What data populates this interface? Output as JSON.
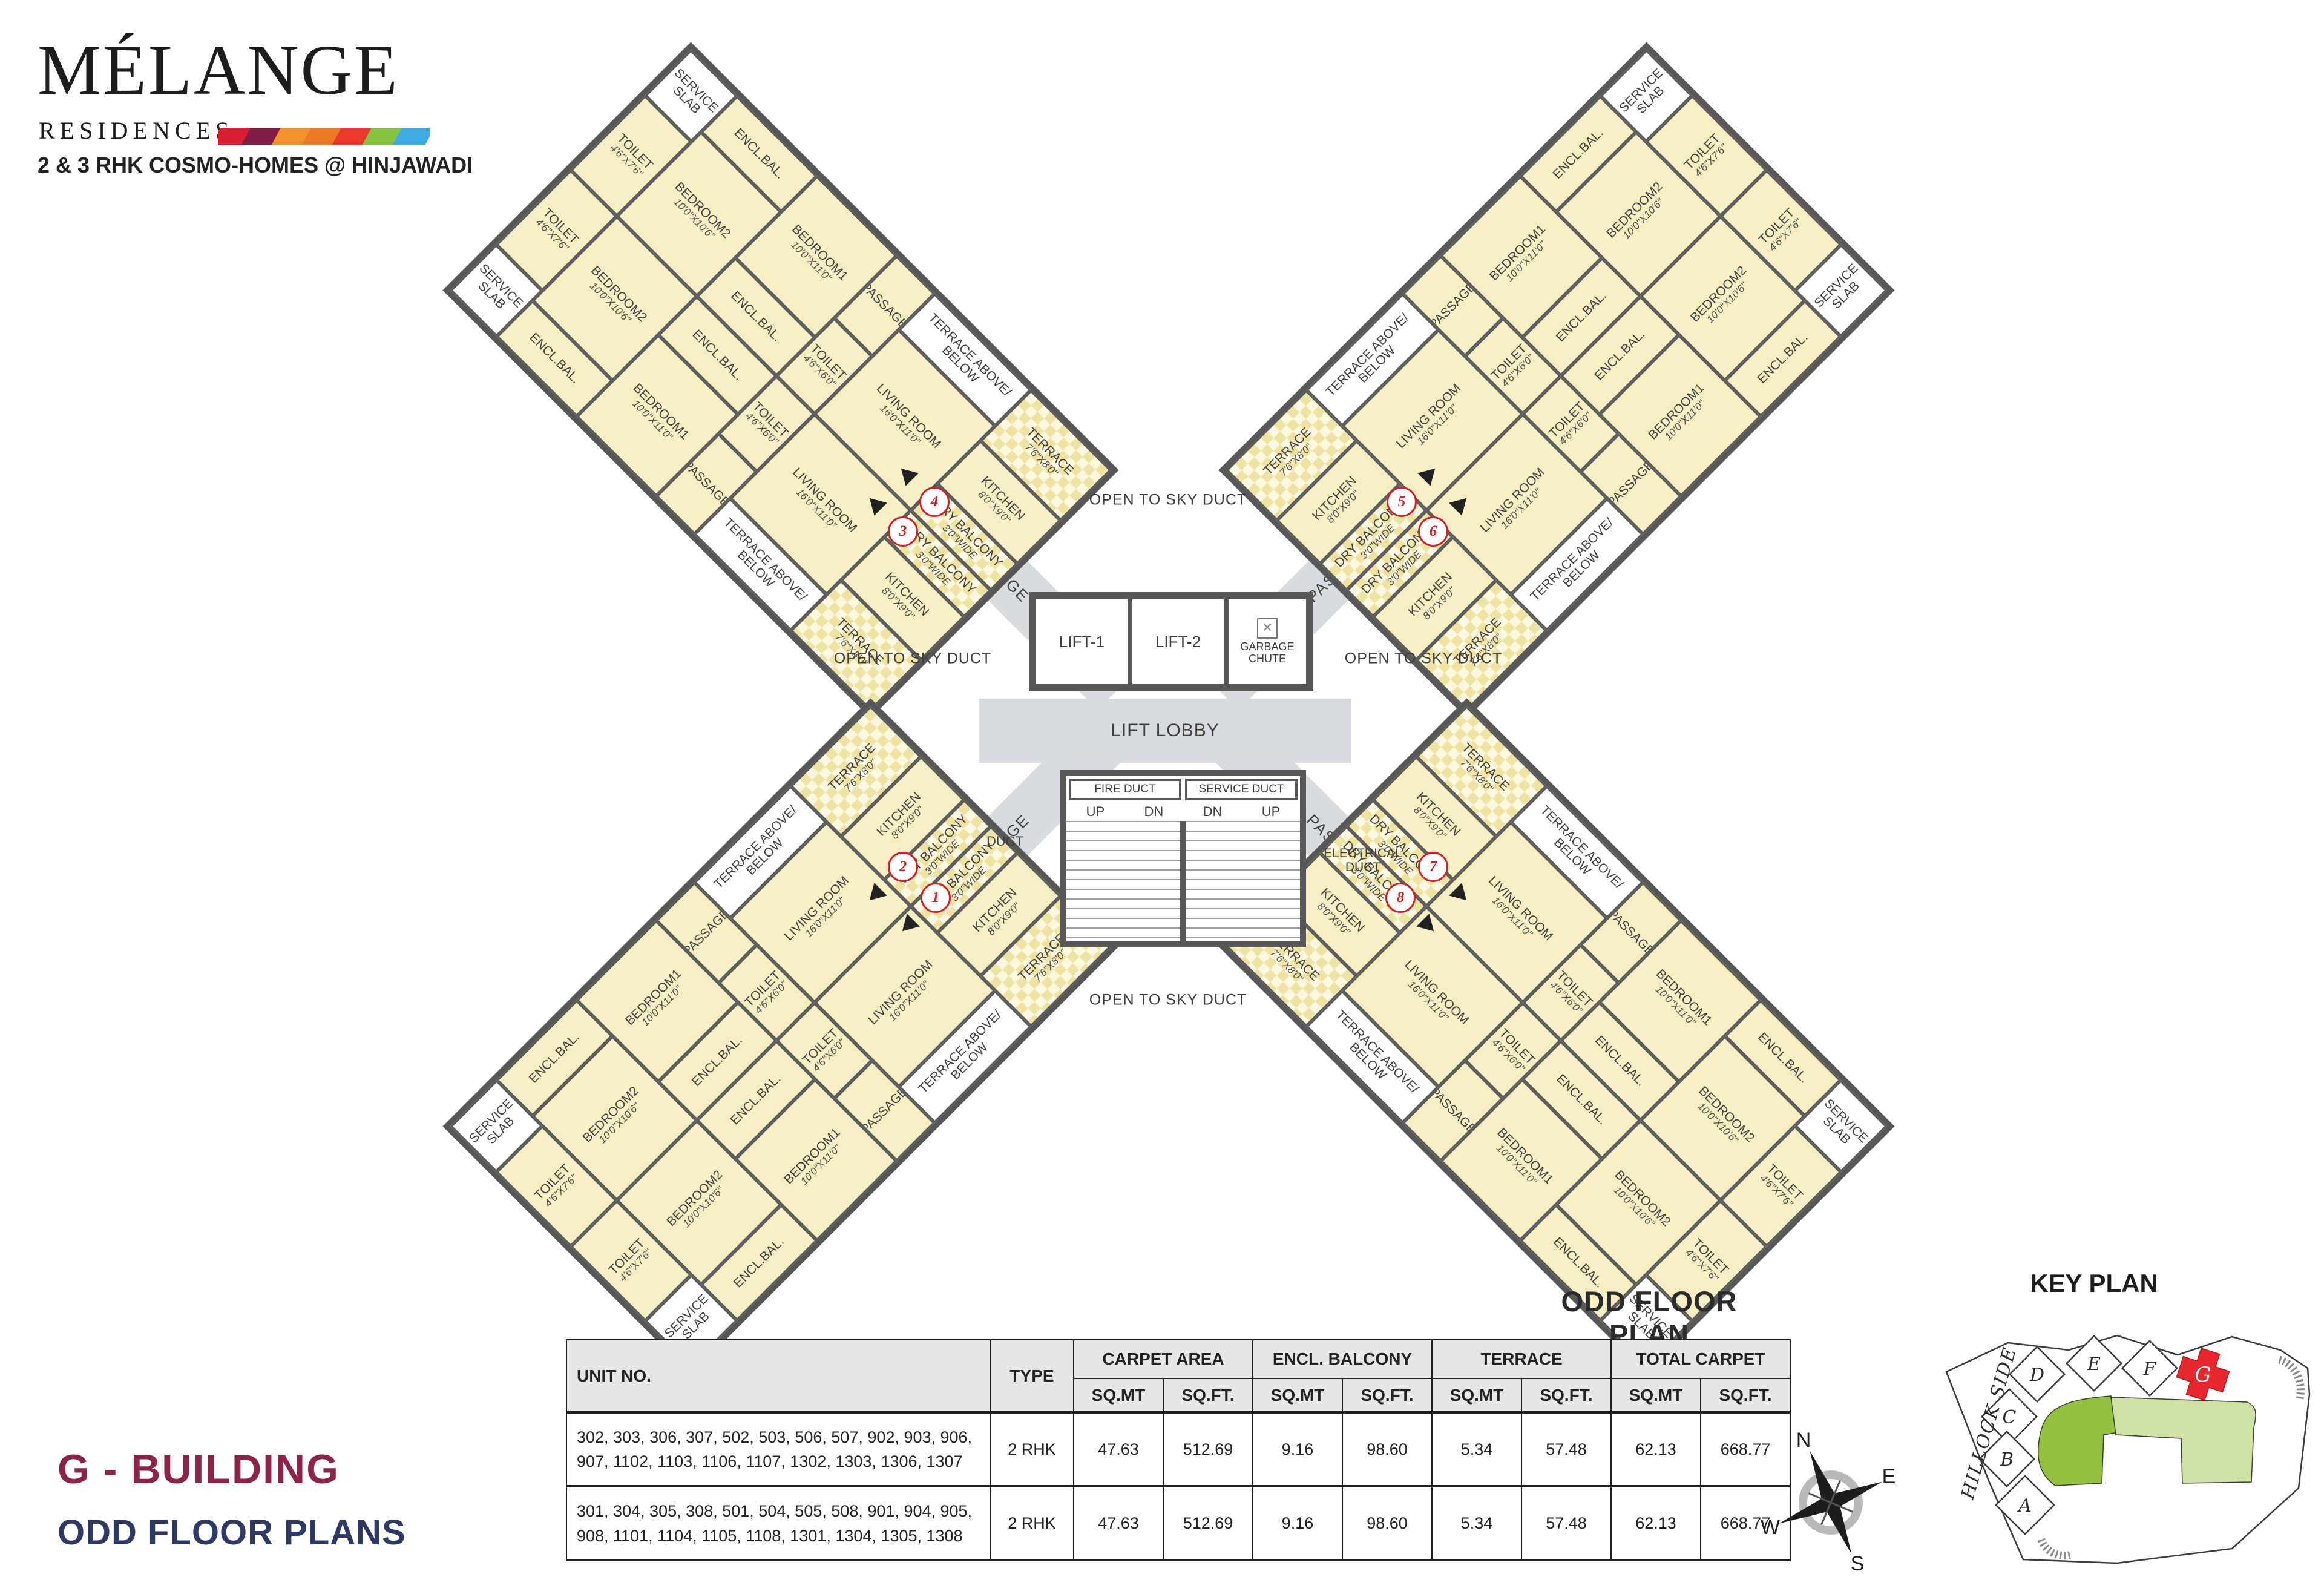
{
  "logo": {
    "title": "MÉLANGE",
    "subtitle": "RESIDENCES",
    "tagline": "2 & 3 RHK COSMO-HOMES @ HINJAWADI",
    "stripe_colors": [
      "#d6202f",
      "#7e1c45",
      "#f2922a",
      "#ee7b23",
      "#e8392b",
      "#85c441",
      "#3aace2"
    ]
  },
  "plan": {
    "open_sky_label": "OPEN TO SKY DUCT",
    "passage_label": "PASSAGE",
    "core": {
      "lift1": "LIFT-1",
      "lift2": "LIFT-2",
      "garbage_chute": "GARBAGE CHUTE",
      "garbage_icon": "✕",
      "lift_lobby": "LIFT LOBBY",
      "fire_duct": "FIRE DUCT",
      "service_duct": "SERVICE DUCT",
      "duct": "DUCT",
      "electrical_duct": "ELECTRICAL DUCT",
      "up": "UP",
      "dn": "DN"
    },
    "unit_numbers": [
      "1",
      "2",
      "3",
      "4",
      "5",
      "6",
      "7",
      "8"
    ],
    "rooms": [
      {
        "label": "SERVICE SLAB",
        "dim": "",
        "kind": "white"
      },
      {
        "label": "TOILET",
        "dim": "4'6\"X7'6\"",
        "kind": "room"
      },
      {
        "label": "ENCL.BAL.",
        "dim": "",
        "kind": "room"
      },
      {
        "label": "BEDROOM2",
        "dim": "10'0\"X10'6\"",
        "kind": "room"
      },
      {
        "label": "BEDROOM1",
        "dim": "10'0\"X11'0\"",
        "kind": "room"
      },
      {
        "label": "ENCL.BAL.",
        "dim": "",
        "kind": "room"
      },
      {
        "label": "PASSAGE",
        "dim": "",
        "kind": "room"
      },
      {
        "label": "TOILET",
        "dim": "4'6\"X6'0\"",
        "kind": "room"
      },
      {
        "label": "TERRACE ABOVE/ BELOW",
        "dim": "",
        "kind": "white"
      },
      {
        "label": "LIVING ROOM",
        "dim": "16'0\"X11'0\"",
        "kind": "room"
      },
      {
        "label": "TERRACE",
        "dim": "7'6\"X8'0\"",
        "kind": "checker"
      },
      {
        "label": "KITCHEN",
        "dim": "8'0\"X9'0\"",
        "kind": "room"
      },
      {
        "label": "DRY BALCONY",
        "dim": "3'0\"WIDE",
        "kind": "checker"
      }
    ]
  },
  "plan_title": "ODD FLOOR PLAN",
  "building": {
    "title": "G - BUILDING",
    "subtitle": "ODD FLOOR PLANS",
    "title_color": "#8e2349",
    "subtitle_color": "#2e3a63"
  },
  "table": {
    "col_unit": "UNIT NO.",
    "col_type": "TYPE",
    "groups": [
      "CARPET AREA",
      "ENCL. BALCONY",
      "TERRACE",
      "TOTAL CARPET"
    ],
    "sub_mt": "SQ.MT",
    "sub_ft": "SQ.FT.",
    "rows": [
      {
        "units": "302, 303, 306, 307, 502, 503, 506, 507, 902, 903, 906, 907, 1102, 1103, 1106, 1107, 1302, 1303, 1306, 1307",
        "type": "2 RHK",
        "values": [
          "47.63",
          "512.69",
          "9.16",
          "98.60",
          "5.34",
          "57.48",
          "62.13",
          "668.77"
        ]
      },
      {
        "units": "301, 304, 305, 308, 501, 504, 505, 508, 901, 904, 905, 908, 1101, 1104, 1105, 1108, 1301, 1304, 1305, 1308",
        "type": "2 RHK",
        "values": [
          "47.63",
          "512.69",
          "9.16",
          "98.60",
          "5.34",
          "57.48",
          "62.13",
          "668.77"
        ]
      }
    ]
  },
  "key_plan": {
    "title": "KEY PLAN",
    "side_label": "HILLOCK SIDE",
    "buildings": [
      "A",
      "B",
      "C",
      "D",
      "E",
      "F"
    ],
    "highlight": "G",
    "highlight_color": "#e8262d",
    "green_dark": "#94c13d",
    "green_light": "#cfe2a4"
  },
  "compass": {
    "n": "N",
    "e": "E",
    "s": "S",
    "w": "W"
  }
}
